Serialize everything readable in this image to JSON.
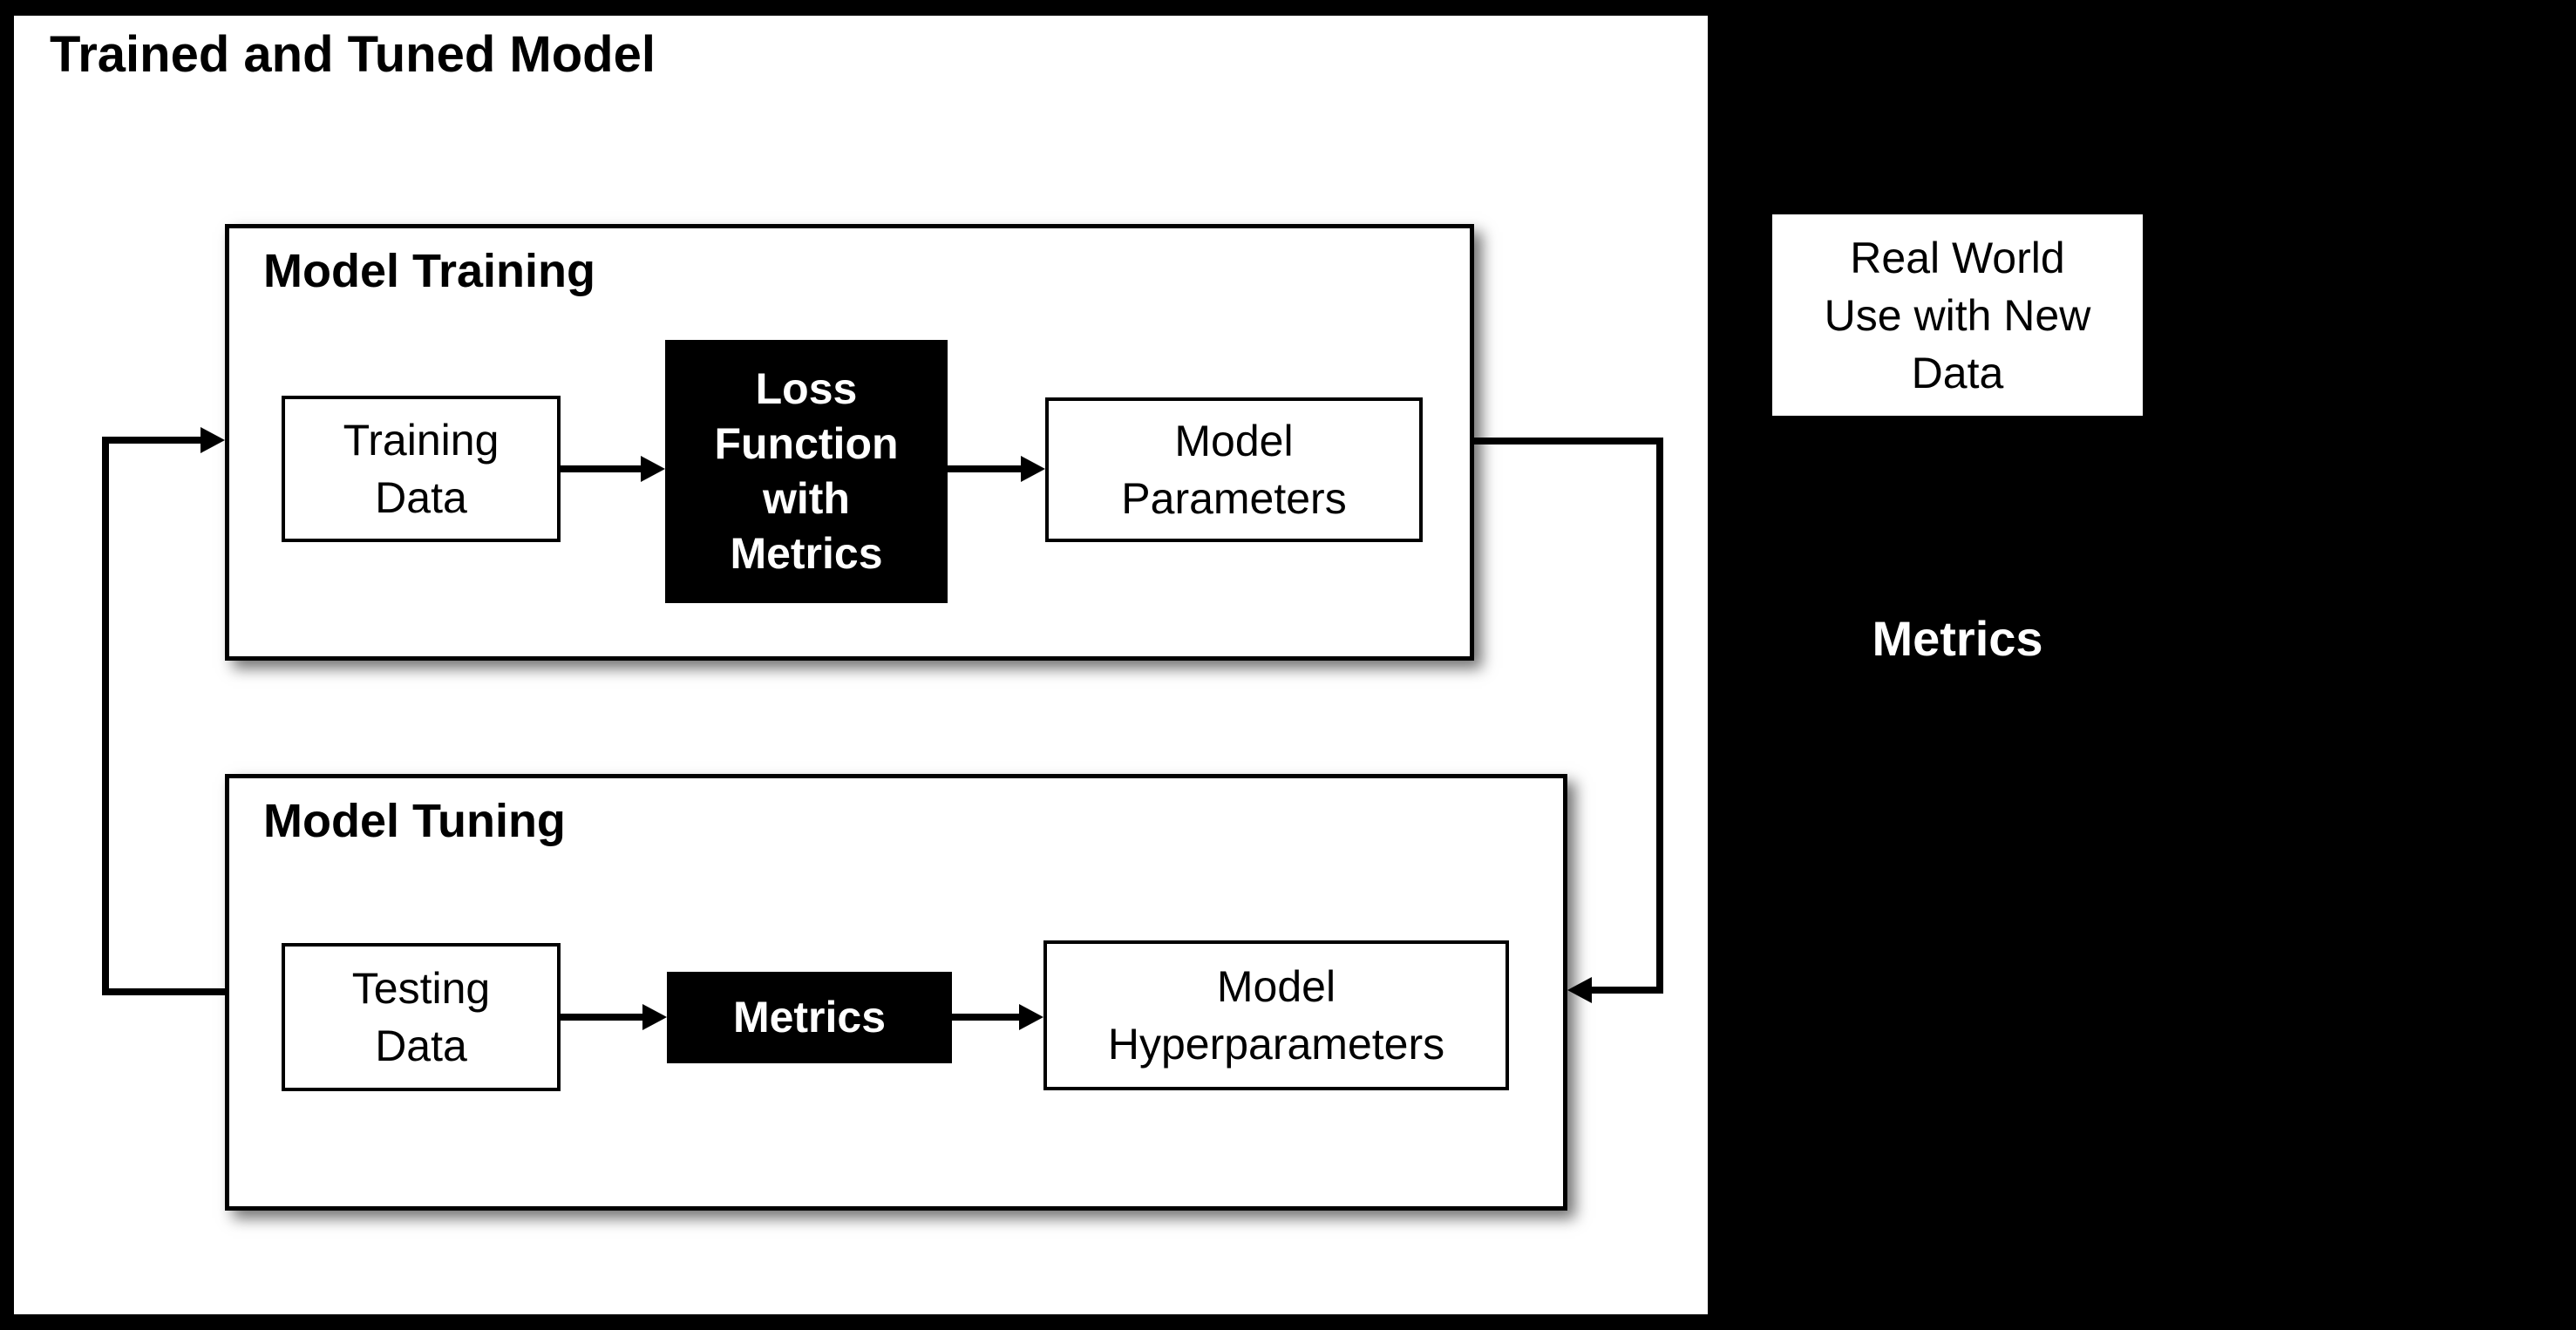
{
  "title": "Trained and Tuned Model",
  "training": {
    "header": "Model Training",
    "training_data": "Training\nData",
    "loss_function": "Loss\nFunction\nwith\nMetrics",
    "model_parameters": "Model\nParameters"
  },
  "tuning": {
    "header": "Model Tuning",
    "testing_data": "Testing\nData",
    "metrics": "Metrics",
    "model_hyperparameters": "Model\nHyperparameters"
  },
  "side_panel": {
    "real_world": "Real World\nUse with New\nData",
    "metrics_label": "Metrics"
  },
  "edges": [
    {
      "from": "Training Data",
      "to": "Loss Function with Metrics"
    },
    {
      "from": "Loss Function with Metrics",
      "to": "Model Parameters"
    },
    {
      "from": "Testing Data",
      "to": "Metrics"
    },
    {
      "from": "Metrics",
      "to": "Model Hyperparameters"
    },
    {
      "from": "Model Training",
      "to": "Model Tuning"
    },
    {
      "from": "Model Tuning",
      "to": "Model Training"
    }
  ],
  "colors": {
    "background": "#000000",
    "panel": "#ffffff",
    "node_dark_fill": "#000000",
    "node_dark_text": "#ffffff",
    "text": "#000000",
    "line": "#000000"
  }
}
